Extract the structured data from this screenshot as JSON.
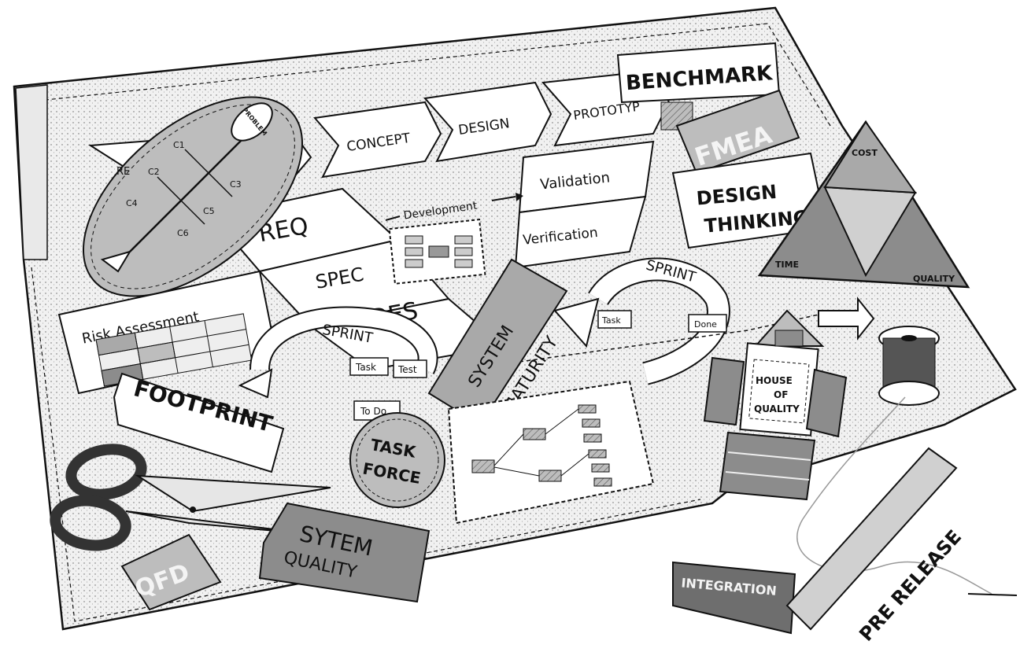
{
  "labels": {
    "problem": "PROBLEM",
    "c1": "C1",
    "c2": "C2",
    "c3": "C3",
    "c4": "C4",
    "c5": "C5",
    "c6": "C6",
    "re": "RE",
    "concept": "CONCEPT",
    "design": "DESIGN",
    "prototyp": "PROTOTYP",
    "benchmark": "BENCHMARK",
    "fmea": "FMEA",
    "design_thinking_1": "DESIGN",
    "design_thinking_2": "THINKING",
    "cost": "COST",
    "time": "TIME",
    "quality": "QUALITY",
    "req": "REQ",
    "spec": "SPEC",
    "development": "Development",
    "validation": "Validation",
    "verification": "Verification",
    "des": "DES",
    "risk_assessment": "Risk Assessment",
    "sprint_left": "SPRINT",
    "sprint_right": "SPRINT",
    "task_left": "Task",
    "test": "Test",
    "task_right": "Task",
    "done": "Done",
    "to_do": "To Do",
    "system_maturity_1": "SYSTEM",
    "system_maturity_2": "MATURITY",
    "footprint": "FOOTPRINT",
    "task_force_1": "TASK",
    "task_force_2": "FORCE",
    "house_of_quality_1": "HOUSE",
    "house_of_quality_2": "OF",
    "house_of_quality_3": "QUALITY",
    "system_quality_1": "SYTEM",
    "system_quality_2": "QUALITY",
    "qfd": "QFD",
    "integration": "INTEGRATION",
    "pre_release": "PRE RELEASE"
  },
  "colors": {
    "paper": "#f2f2f2",
    "patch_dark": "#7a7a7a",
    "patch_mid": "#a6a6a6",
    "patch_light": "#cfcfcf",
    "ink": "#111111"
  }
}
